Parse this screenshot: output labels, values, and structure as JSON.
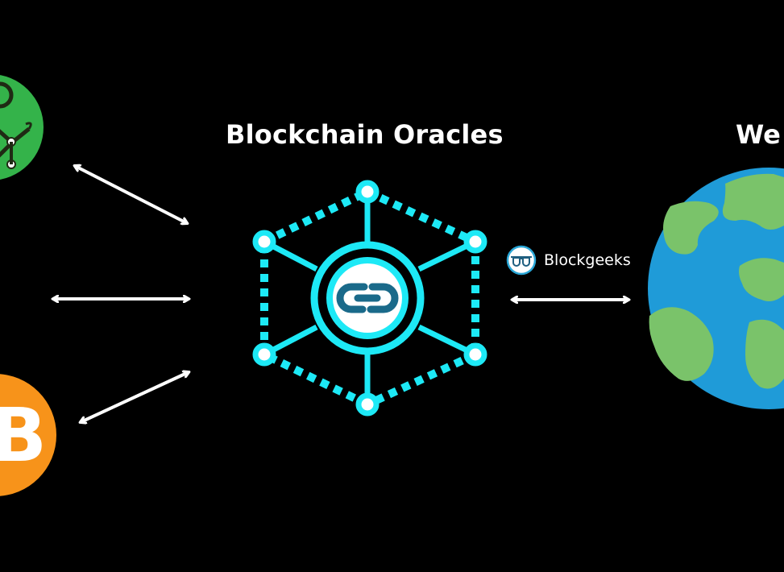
{
  "title": "Blockchain Oracles",
  "right_label": "We",
  "brand": {
    "name": "Blockgeeks",
    "logo_icon": "glasses-logo-icon"
  },
  "nodes": {
    "top_left": "plant-network-icon",
    "bottom_left": "bitcoin-icon",
    "center": "oracle-hub-icon",
    "right": "globe-icon"
  },
  "colors": {
    "background": "#000000",
    "accent_cyan": "#1de9f6",
    "link_blue": "#1a6a8a",
    "plant_green": "#34b34a",
    "bitcoin_orange": "#f7931a",
    "ocean_blue": "#1f9bd8",
    "land_green": "#7ac36a",
    "arrow": "#ffffff"
  }
}
